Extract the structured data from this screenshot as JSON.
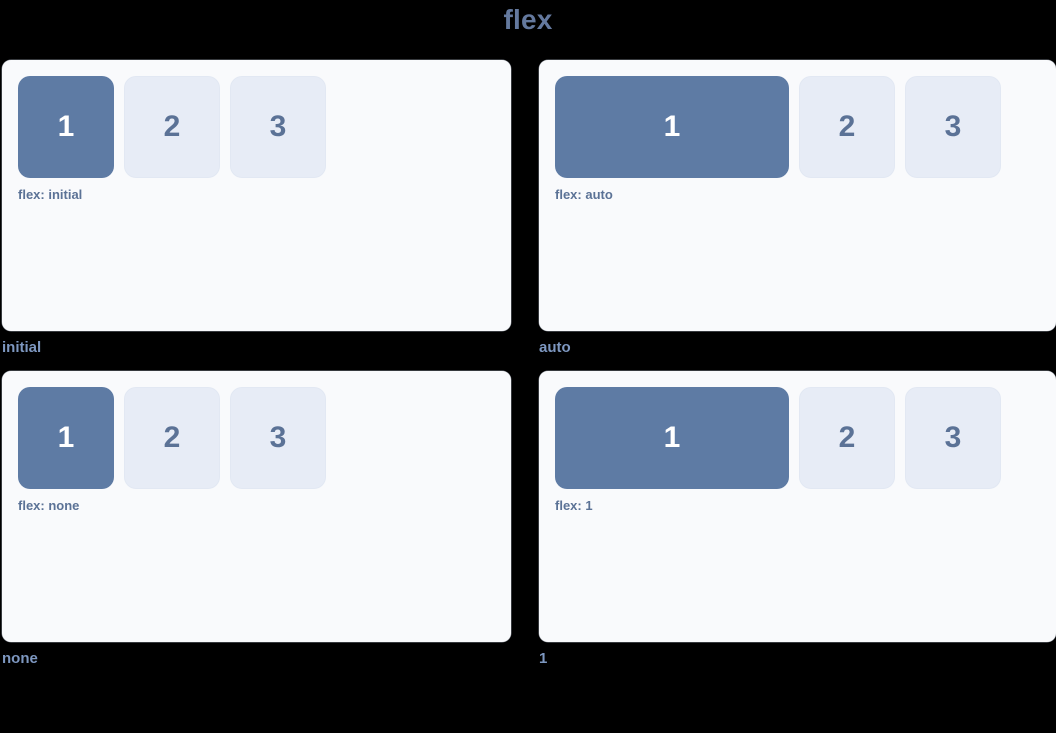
{
  "title": "flex",
  "colors": {
    "background": "#000000",
    "card_background": "#f9fafc",
    "primary_box": "#5e7ba4",
    "secondary_box": "#e7ecf6",
    "title_text": "#64799e",
    "code_label_text": "#5b7296",
    "caption_text": "#7d97c0"
  },
  "demos": [
    {
      "caption": "initial",
      "code_label": "flex: initial",
      "boxes": [
        {
          "label": "1",
          "style": "primary"
        },
        {
          "label": "2",
          "style": "secondary"
        },
        {
          "label": "3",
          "style": "secondary"
        }
      ]
    },
    {
      "caption": "auto",
      "code_label": "flex: auto",
      "boxes": [
        {
          "label": "1",
          "style": "primary"
        },
        {
          "label": "2",
          "style": "secondary"
        },
        {
          "label": "3",
          "style": "secondary"
        }
      ]
    },
    {
      "caption": "none",
      "code_label": "flex: none",
      "boxes": [
        {
          "label": "1",
          "style": "primary"
        },
        {
          "label": "2",
          "style": "secondary"
        },
        {
          "label": "3",
          "style": "secondary"
        }
      ]
    },
    {
      "caption": "1",
      "code_label": "flex: 1",
      "boxes": [
        {
          "label": "1",
          "style": "primary"
        },
        {
          "label": "2",
          "style": "secondary"
        },
        {
          "label": "3",
          "style": "secondary"
        }
      ]
    }
  ]
}
